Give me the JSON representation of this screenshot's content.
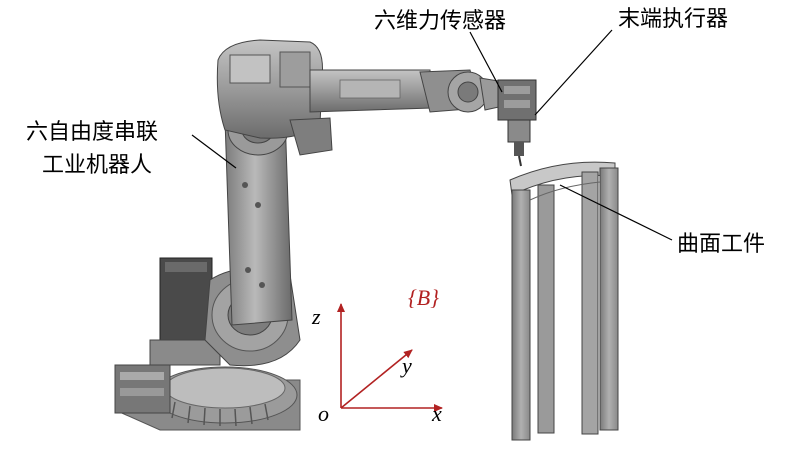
{
  "labels": {
    "force_sensor": "六维力传感器",
    "end_effector": "末端执行器",
    "robot_line1": "六自由度串联",
    "robot_line2": "工业机器人",
    "workpiece": "曲面工件"
  },
  "frame": {
    "name": "{B}",
    "origin": "o",
    "x": "x",
    "y": "y",
    "z": "z"
  },
  "colors": {
    "axis": "#b22222",
    "robot_body": "#a7a7a7",
    "robot_dark": "#6e6e6e",
    "workpiece": "#8f8f8f",
    "leader": "#000000"
  }
}
